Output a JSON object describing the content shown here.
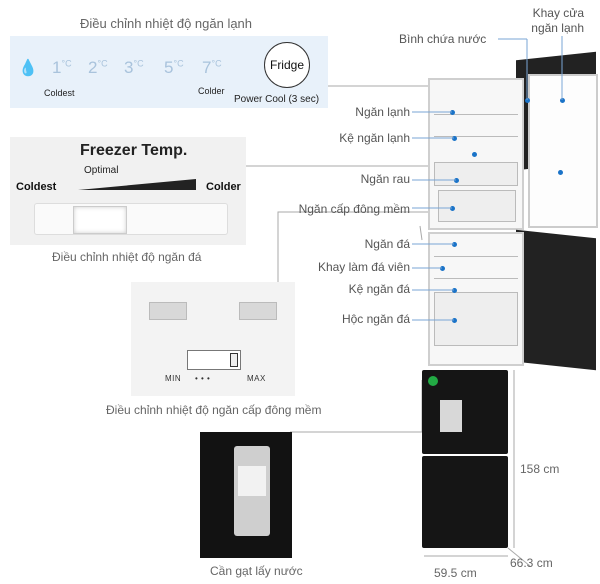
{
  "fridge_panel": {
    "caption": "Điều chỉnh nhiệt độ ngăn lạnh",
    "temps": [
      "1",
      "2",
      "3",
      "5",
      "7"
    ],
    "temp_unit": "°C",
    "coldest_label": "Coldest",
    "colder_label": "Colder",
    "button_label": "Fridge",
    "power_cool_label": "Power Cool (3 sec)"
  },
  "freezer_panel": {
    "title": "Freezer Temp.",
    "optimal_label": "Optimal",
    "coldest_label": "Coldest",
    "colder_label": "Colder",
    "caption": "Điều chỉnh nhiệt độ ngăn đá"
  },
  "soft_freeze_panel": {
    "min_label": "MIN",
    "max_label": "MAX",
    "ticks": "•    •    •",
    "caption": "Điều chỉnh nhiệt độ ngăn cấp đông mềm"
  },
  "fridge_parts": {
    "water_tank": "Bình chứa nước",
    "door_shelf": "Khay cửa ngăn lạnh",
    "fridge_compartment": "Ngăn lạnh",
    "fridge_shelf": "Kệ ngăn lạnh",
    "crisper": "Ngăn rau",
    "soft_freeze": "Ngăn cấp đông mềm",
    "freezer": "Ngăn đá",
    "ice_tray": "Khay làm đá viên",
    "freezer_shelf": "Kệ ngăn đá",
    "freezer_drawer": "Hộc ngăn đá"
  },
  "dimensions": {
    "height": "158 cm",
    "width": "59.5 cm",
    "depth": "66.3 cm"
  },
  "dispenser": {
    "caption": "Cần gạt lấy nước"
  },
  "colors": {
    "callout_dot": "#1a73c8",
    "fridge_body": "#151515",
    "panel_blue": "#e8f1fa"
  }
}
